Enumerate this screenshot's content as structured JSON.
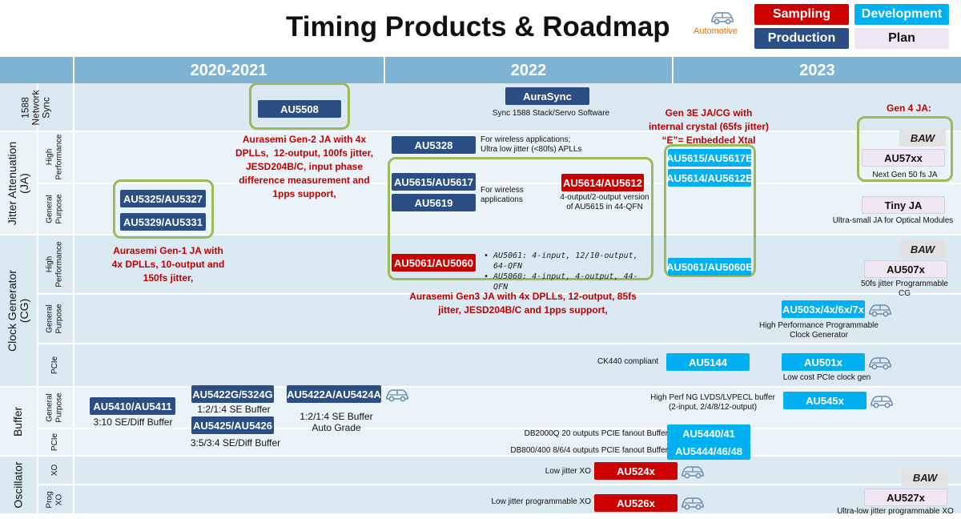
{
  "title": "Timing Products & Roadmap",
  "legend": {
    "automotive": "Automotive",
    "sampling": "Sampling",
    "development": "Development",
    "production": "Production",
    "plan": "Plan"
  },
  "years": [
    "2020-2021",
    "2022",
    "2023"
  ],
  "categories": {
    "network_sync": "1588\nNetwork\nSync",
    "jitter_attenuation": "Jitter Attenuation\n(JA)",
    "clock_generator": "Clock Generator\n(CG)",
    "buffer": "Buffer",
    "oscillator": "Oscillator"
  },
  "subcategories": {
    "ja_high": "High\nPerformance",
    "ja_general": "General\nPurpose",
    "cg_high": "High\nPerformance",
    "cg_general": "General\nPurpose",
    "cg_pcie": "PCIe",
    "buf_general": "General\nPurpose",
    "buf_pcie": "PCIe",
    "osc_xo": "XO",
    "osc_prog": "Prog\nXO"
  },
  "chips": {
    "au5508": "AU5508",
    "aurasync": "AuraSync",
    "au5328": "AU5328",
    "au5615_5617": "AU5615/AU5617",
    "au5619": "AU5619",
    "au5614_5612": "AU5614/AU5612",
    "au5615e": "AU5615/AU5617E",
    "au5614e": "AU5614/AU5612E",
    "au5325": "AU5325/AU5327",
    "au5329": "AU5329/AU5331",
    "au57xx": "AU57xx",
    "tinyja": "Tiny JA",
    "au5061": "AU5061/AU5060",
    "au5061e": "AU5061/AU5060E",
    "au507x": "AU507x",
    "au503x": "AU503x/4x/6x/7x",
    "au5144": "AU5144",
    "au501x": "AU501x",
    "au5410": "AU5410/AU5411",
    "au5422g": "AU5422G/5324G",
    "au5425": "AU5425/AU5426",
    "au5422a": "AU5422A/AU5424A",
    "au545x": "AU545x",
    "au5440": "AU5440/41",
    "au5444": "AU5444/46/48",
    "au524x": "AU524x",
    "au526x": "AU526x",
    "au527x": "AU527x"
  },
  "baw": "BAW",
  "notes": {
    "aurasync": "Sync 1588 Stack/Servo Software",
    "au5328": "For wireless applications;\nUltra low jitter (<80fs) APLLs",
    "au5615": "For wireless\napplications",
    "au5614": "4-output/2-output version\nof AU5615 in 44-QFN",
    "gen4_title": "Gen 4 JA:",
    "au57xx": "Next Gen 50 fs JA",
    "tinyja": "Ultra-small JA for Optical Modules",
    "au507x": "50fs jitter Programmable\nCG",
    "au503x": "High Performance Programmable\nClock Generator",
    "au5144": "CK440 compliant",
    "au501x": "Low cost PCIe clock gen",
    "au5410": "3:10 SE/Diff Buffer",
    "au5422g": "1:2/1:4 SE Buffer",
    "au5425": "3:5/3:4 SE/Diff Buffer",
    "au5422a": "1:2/1:4 SE Buffer\nAuto Grade",
    "au545x": "High Perf NG LVDS/LVPECL buffer\n(2-input, 2/4/8/12-output)",
    "au5440": "DB2000Q  20 outputs PCIE fanout Buffer",
    "au5444": "DB800/400 8/6/4 outputs PCIE fanout Buffer",
    "au524x": "Low jitter XO",
    "au526x": "Low jitter programmable XO",
    "au527x": "Ultra-low jitter programmable XO",
    "au5061_hand": "• AU5061: 4-input, 12/10-output,\n  64-QFN\n• AU5060: 4-input, 4-output, 44-\n  QFN"
  },
  "red_notes": {
    "gen2": "Aurasemi Gen-2 JA with 4x\nDPLLs,  12-output, 100fs jitter,\nJESD204B/C, input phase\ndifference measurement and\n1pps support,",
    "gen1": "Aurasemi Gen-1 JA with\n4x DPLLs, 10-output and\n150fs jitter,",
    "gen3": "Aurasemi Gen3 JA with 4x DPLLs, 12-output, 85fs\njitter, JESD204B/C and 1pps support,",
    "gen3e": "Gen 3E JA/CG with\ninternal crystal (65fs jitter)\n“E”= Embedded Xtal"
  },
  "colors": {
    "production": "#2b4e84",
    "development": "#00b0f0",
    "sampling": "#cc0000",
    "plan": "#efe7f3",
    "header": "#7fb3d3",
    "highlight_box": "#9bbb59"
  },
  "icons": {
    "car": "car-icon"
  }
}
